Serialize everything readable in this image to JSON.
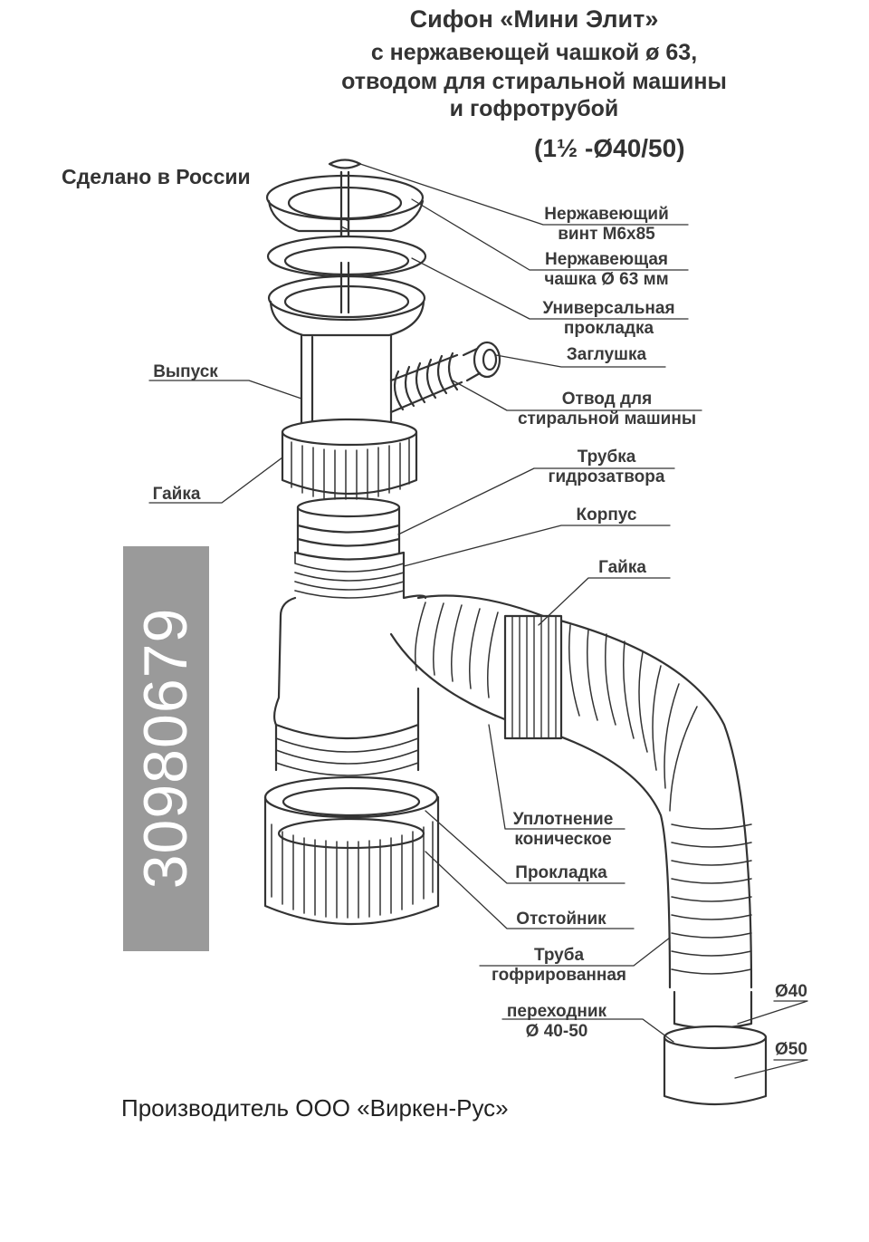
{
  "title": {
    "line1": "Сифон «Мини Элит»",
    "line2": "с нержавеющей чашкой ø 63,",
    "line3": "отводом для стиральной машины",
    "line4": "и гофротрубой",
    "spec": "(1½ -Ø40/50)"
  },
  "made_in": "Сделано в России",
  "manufacturer": "Производитель ООО «Виркен-Рус»",
  "stamp_number": "30980679",
  "labels": {
    "screw_l1": "Нержавеющий",
    "screw_l2": "винт М6х85",
    "cup_l1": "Нержавеющая",
    "cup_l2": "чашка Ø 63 мм",
    "gasket_l1": "Универсальная",
    "gasket_l2": "прокладка",
    "plug": "Заглушка",
    "branch_l1": "Отвод для",
    "branch_l2": "стиральной машины",
    "seal_tube_l1": "Трубка",
    "seal_tube_l2": "гидрозатвора",
    "body": "Корпус",
    "nut_right": "Гайка",
    "outlet": "Выпуск",
    "nut_left": "Гайка",
    "cone_seal_l1": "Уплотнение",
    "cone_seal_l2": "коническое",
    "pad": "Прокладка",
    "sump": "Отстойник",
    "pipe_l1": "Труба",
    "pipe_l2": "гофрированная",
    "adapter_l1": "переходник",
    "adapter_l2": "Ø 40-50",
    "d40": "Ø40",
    "d50": "Ø50"
  }
}
